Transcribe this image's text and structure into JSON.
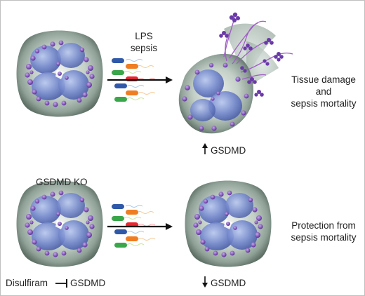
{
  "top_row": {
    "stimulus_line1": "LPS",
    "stimulus_line2": "sepsis",
    "outcome_line1": "Tissue damage",
    "outcome_line2": "and",
    "outcome_line3": "sepsis mortality",
    "gsdmd_change": "GSDMD",
    "gsdmd_direction": "up"
  },
  "bottom_row": {
    "condition_label": "GSDMD KO",
    "outcome_line1": "Protection from",
    "outcome_line2": "sepsis mortality",
    "gsdmd_change": "GSDMD",
    "gsdmd_direction": "down",
    "inhibitor_label": "Disulfiram",
    "inhibitor_target": "GSDMD"
  },
  "colors": {
    "cell_body": "#a9b8ae",
    "nucleus": "#6d84c8",
    "granule": "#7e57b8",
    "net_fiber": "#a05cc6",
    "bacteria": [
      "#2f58a8",
      "#ef7d22",
      "#3aa64a",
      "#e8262f"
    ],
    "arrow": "#111111"
  }
}
